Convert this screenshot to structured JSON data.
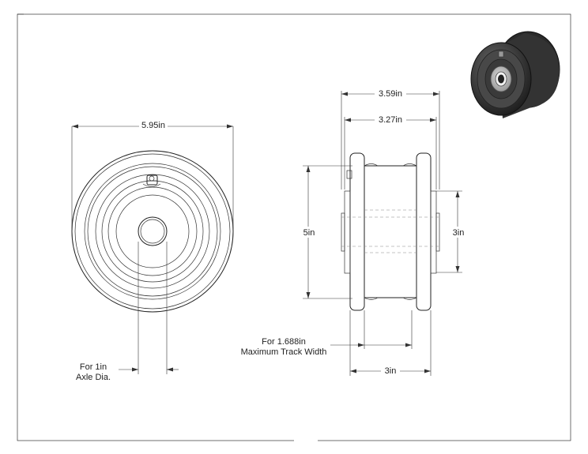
{
  "colors": {
    "line": "#222222",
    "hidden_line": "#888888",
    "iso_body": "#3c3c3c",
    "iso_dark": "#1e1e1e",
    "iso_light": "#6e6e6e",
    "iso_hub": "#bdbdbd"
  },
  "front_view": {
    "overall_diameter_label": "5.95in",
    "axle_label_line1": "For 1in",
    "axle_label_line2": "Axle Dia."
  },
  "side_view": {
    "overall_width_label": "3.59in",
    "hub_width_label": "3.27in",
    "flange_diameter_label": "5in",
    "hub_diameter_label": "3in",
    "track_label_line1": "For 1.688in",
    "track_label_line2": "Maximum Track Width",
    "tread_width_label": "3in"
  },
  "iso_view": {
    "icon": "wheel-isometric-icon"
  }
}
